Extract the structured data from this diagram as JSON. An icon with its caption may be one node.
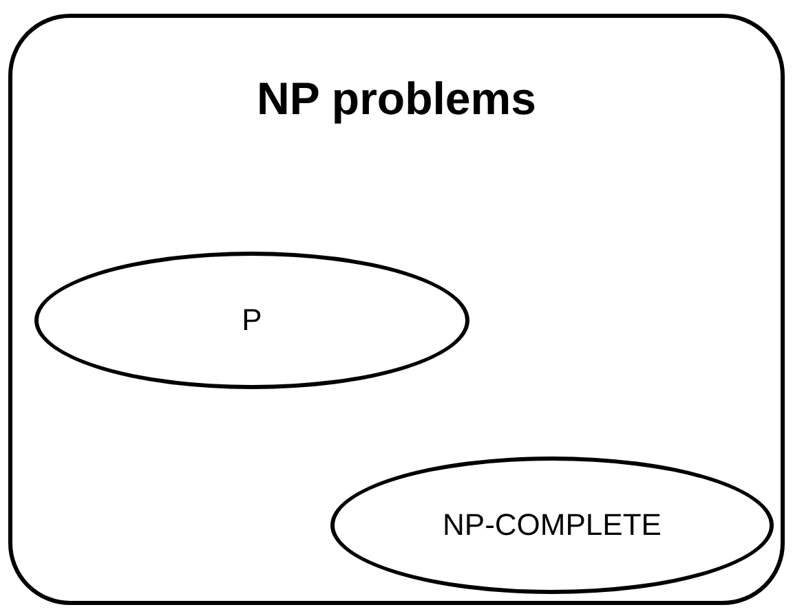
{
  "diagram": {
    "nodes": [
      {
        "text": [
          "NP problems"
        ]
      },
      {
        "text": [
          "P"
        ],
        "in": 0
      },
      {
        "text": [
          "NP-COMPLETE"
        ],
        "in": 0
      }
    ]
  }
}
